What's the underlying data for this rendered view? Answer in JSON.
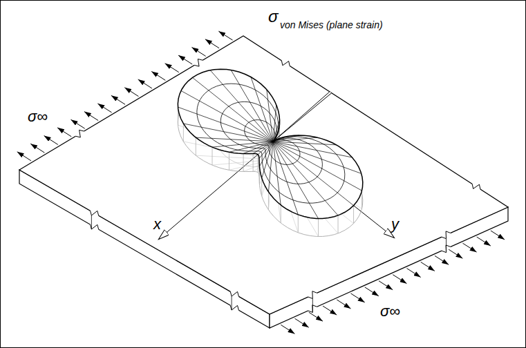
{
  "diagram": {
    "labels": [
      "σ",
      "von Mises (plane strain)",
      "σ∞",
      "x",
      "y",
      "σ∞"
    ]
  }
}
